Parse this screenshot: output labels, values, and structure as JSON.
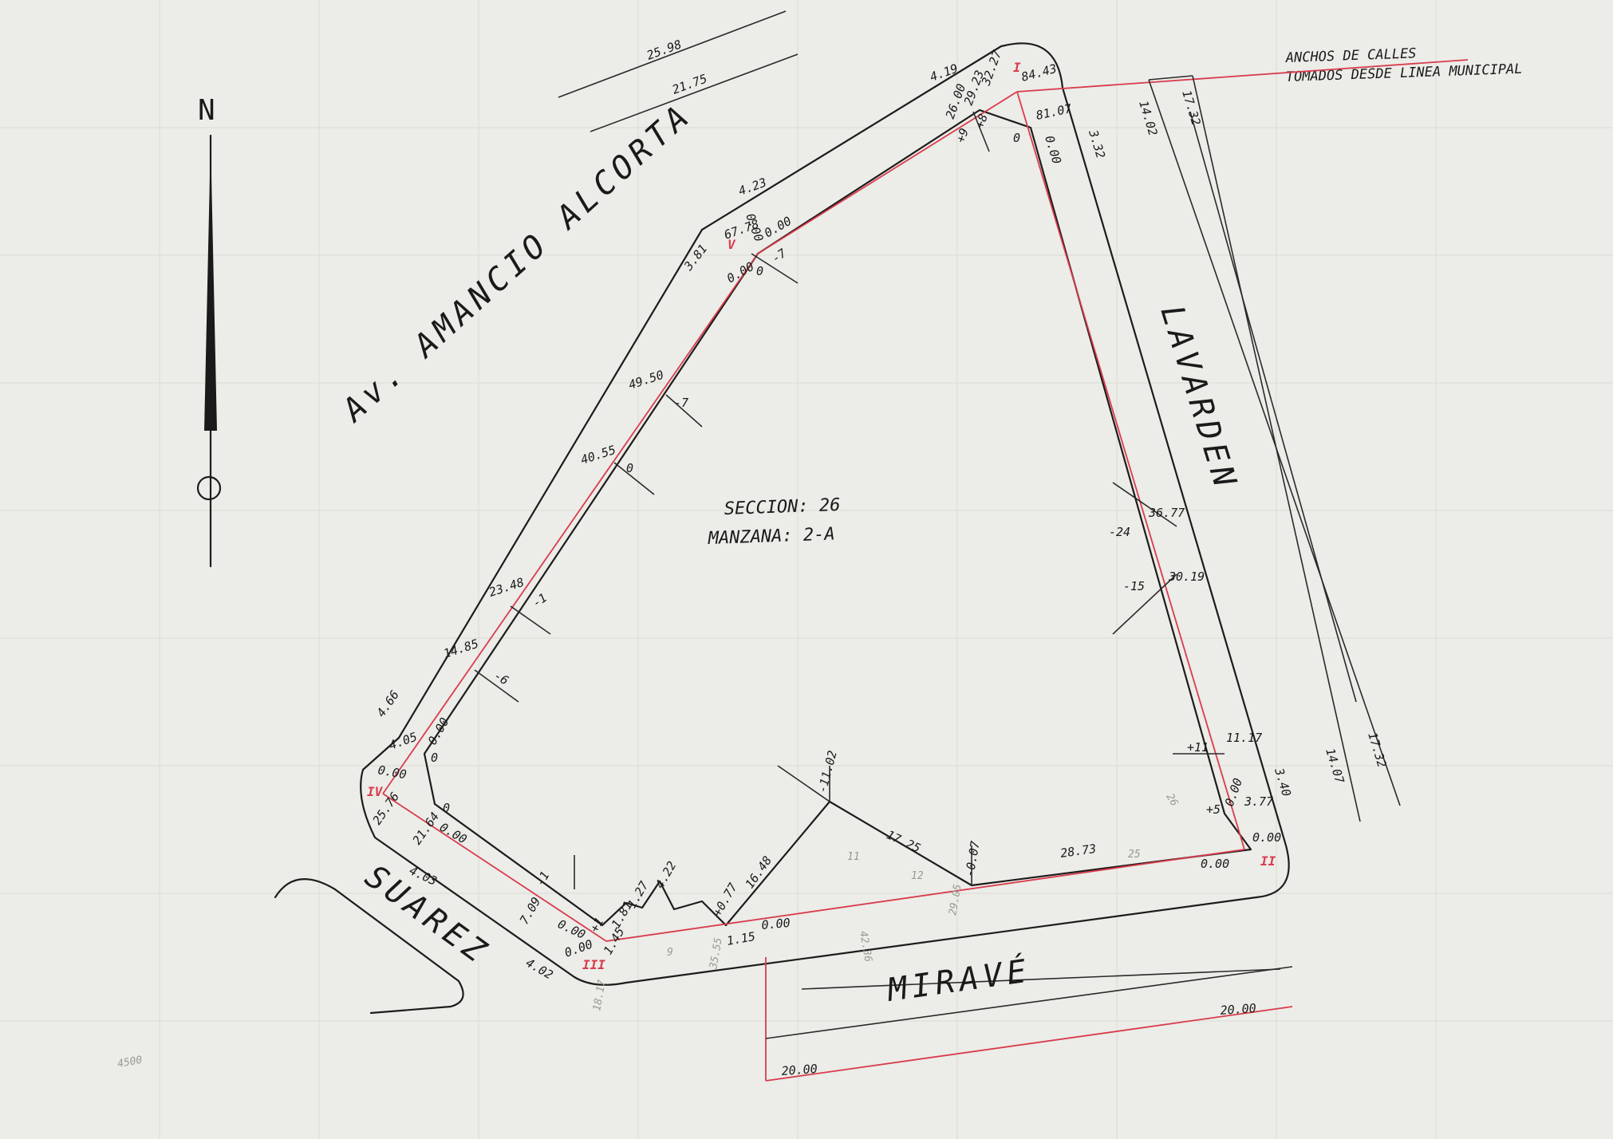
{
  "header_note": [
    "ANCHOS DE CALLES",
    "TOMADOS DESDE LINEA MUNICIPAL"
  ],
  "north_label": "N",
  "block_info": {
    "seccion": "SECCION: 26",
    "manzana": "MANZANA: 2-A"
  },
  "streets": {
    "alcorta": "Av. AMANCIO ALCORTA",
    "lavarden": "LAVARDEN",
    "mirave": "MIRAVÉ",
    "suarez": "SUAREZ"
  },
  "vertices": [
    "I",
    "II",
    "III",
    "IV",
    "V"
  ],
  "street_widths": {
    "alcorta_top_25_98": "25.98",
    "alcorta_top_21_75": "21.75",
    "lavarden_3_32": "3.32",
    "lavarden_14_02": "14.02",
    "lavarden_17_32": "17.32",
    "lavarden_3_40": "3.40",
    "lavarden_14_07": "14.07",
    "lavarden_17_32_b": "17.32",
    "mirave_20_00_a": "20.00",
    "mirave_20_00_b": "20.00"
  },
  "measurements": {
    "m_4_19": "4.19",
    "m_32_27": "32.27",
    "m_84_43": "84.43",
    "m_29_23": "29.23",
    "m_26_00": "26.00",
    "m_plus9": "+9",
    "m_plus8": "+8",
    "m_0_a": "0",
    "m_81_07": "81.07",
    "m_0_00_a": "0.00",
    "m_4_23": "4.23",
    "m_3_81": "3.81",
    "m_0_00_b": "0.00",
    "m_67_78": "67.78",
    "m_0_00_c": "0.00",
    "m_0_00_d": "0.00",
    "m_0_b": "0",
    "m_minus7_a": "-7",
    "m_49_50": "49.50",
    "m_minus7_b": "-7",
    "m_40_55": "40.55",
    "m_0_c": "0",
    "m_23_48": "23.48",
    "m_minus1_a": "-1",
    "m_14_85": "14.85",
    "m_minus6": "-6",
    "m_4_66": "4.66",
    "m_4_05": "4.05",
    "m_0_00_e": "0.00",
    "m_0_d": "0",
    "m_0_00_f": "0.00",
    "m_25_76": "25.76",
    "m_21_64": "21.64",
    "m_0_e": "0",
    "m_0_00_g": "0.00",
    "m_4_03": "4.03",
    "m_36_77": "36.77",
    "m_minus24": "-24",
    "m_30_19": "30.19",
    "m_minus15": "-15",
    "m_plus11": "+11",
    "m_11_17": "11.17",
    "m_0_00_h": "0.00",
    "m_3_77": "3.77",
    "m_plus5": "+5",
    "m_0_00_i": "0.00",
    "m_0_00_j": "0.00",
    "m_11_02": "-11.02",
    "m_17_25": "17.25",
    "m_0_07": "-0.07",
    "m_28_73": "28.73",
    "m_16_48": "16.48",
    "m_plus0_77": "+0.77",
    "m_4_22": "4.22",
    "m_1_27": "1.27",
    "m_1_81": "1.81",
    "m_plus1": "+1",
    "m_0_00_k": "0.00",
    "m_7_09": "7.09",
    "m_0_00_l": "0.00",
    "m_1_45": "1.45",
    "m_1_15": "1.15",
    "m_0_00_m": "0.00",
    "m_4_02": "4.02",
    "m_minus1_b": "-1"
  },
  "pencil_notes": {
    "p_9": "9",
    "p_11": "11",
    "p_12": "12",
    "p_25": "25",
    "p_26": "26",
    "p_4236": "42.36",
    "p_2905": "29.05",
    "p_3555": "35.55",
    "p_1817": "18.17",
    "p_4500": "4500"
  }
}
